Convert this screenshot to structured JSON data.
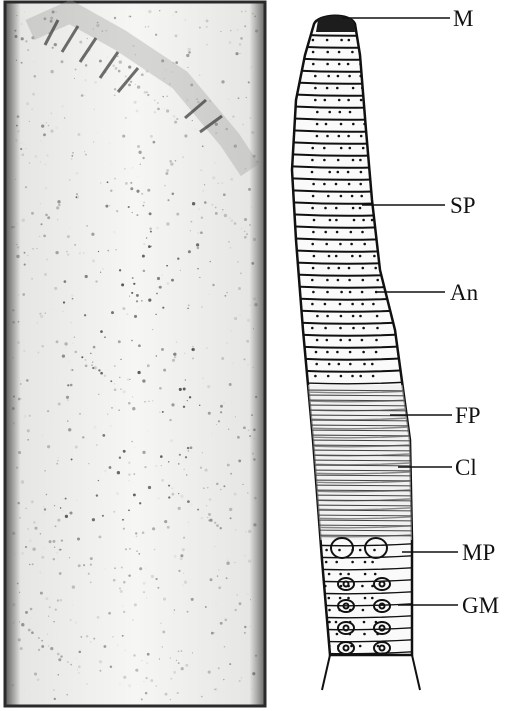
{
  "figure": {
    "labels": [
      {
        "id": "M",
        "text": "M"
      },
      {
        "id": "SP",
        "text": "SP"
      },
      {
        "id": "An",
        "text": "An"
      },
      {
        "id": "FP",
        "text": "FP"
      },
      {
        "id": "Cl",
        "text": "Cl"
      },
      {
        "id": "MP",
        "text": "MP"
      },
      {
        "id": "GM",
        "text": "GM"
      }
    ]
  },
  "colors": {
    "ink": "#111111",
    "photo_background": "#f3f3f1",
    "photo_border": "#2a2a2a",
    "paper": "#ffffff"
  }
}
